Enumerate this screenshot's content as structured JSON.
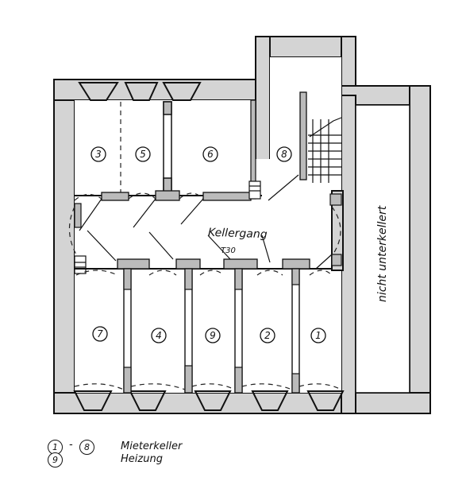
{
  "rooms": [
    {
      "label": "3"
    },
    {
      "label": "5"
    },
    {
      "label": "6"
    },
    {
      "label": "8"
    },
    {
      "label": "7"
    },
    {
      "label": "4"
    },
    {
      "label": "9"
    },
    {
      "label": "2"
    },
    {
      "label": "1"
    }
  ],
  "corridor": {
    "label": "Kellergang",
    "code": "T30"
  },
  "side_area": {
    "label": "nicht unterkellert"
  },
  "legend": {
    "row1": {
      "from": "1",
      "dash": "-",
      "to": "8",
      "text": "Mieterkeller"
    },
    "row2": {
      "num": "9",
      "text": "Heizung"
    }
  }
}
